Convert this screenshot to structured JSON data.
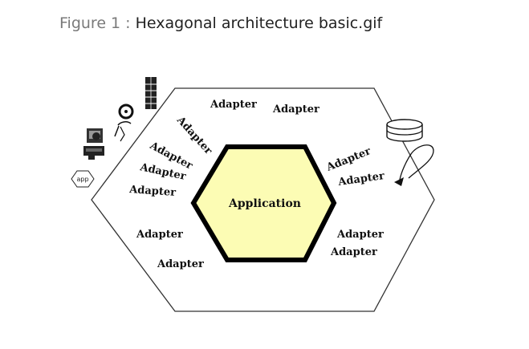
{
  "caption": {
    "prefix": "Figure 1 : ",
    "title": "Hexagonal architecture basic.gif"
  },
  "diagram": {
    "center_label": "Application",
    "adapter_label": "Adapter",
    "app_tag": "app",
    "colors": {
      "inner_fill": "#fcfcb4",
      "inner_stroke": "#000000",
      "outer_stroke": "#333333"
    },
    "icons": [
      "phone-book-icon",
      "clock-icon",
      "person-icon",
      "computer-icon",
      "app-hexagon-icon",
      "database-icon",
      "loop-arrow-icon"
    ]
  }
}
